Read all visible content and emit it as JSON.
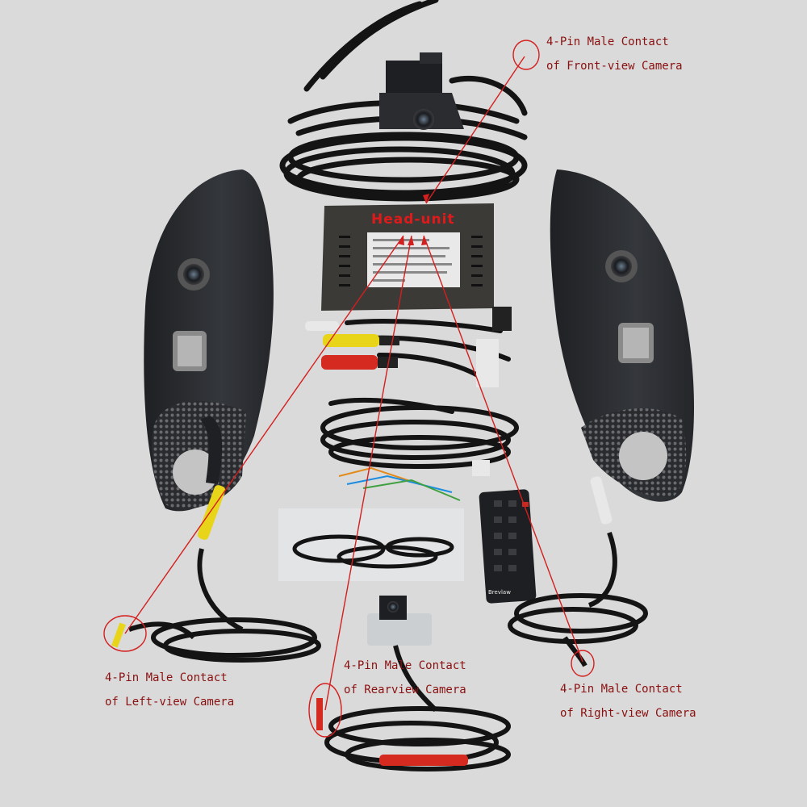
{
  "labels": {
    "head_unit": "Head-unit",
    "front": {
      "line1": "4-Pin Male Contact",
      "line2": "of Front-view Camera"
    },
    "left": {
      "line1": "4-Pin Male Contact",
      "line2": "of Left-view Camera"
    },
    "rear": {
      "line1": "4-Pin Male Contact",
      "line2": "of Rearview Camera"
    },
    "right": {
      "line1": "4-Pin Male Contact",
      "line2": "of Right-view Camera"
    }
  },
  "remote_brand": "Brevlaw",
  "colors": {
    "background": "#dadada",
    "annotation": "#d41f1f",
    "label_text": "#8a0f0f",
    "mirror_cover": "#2b2d30",
    "cable": "#141414"
  },
  "icons": [
    "mirror-cover-left",
    "mirror-cover-right",
    "front-camera",
    "head-unit-box",
    "remote-control",
    "rear-camera",
    "cable-bundle"
  ]
}
